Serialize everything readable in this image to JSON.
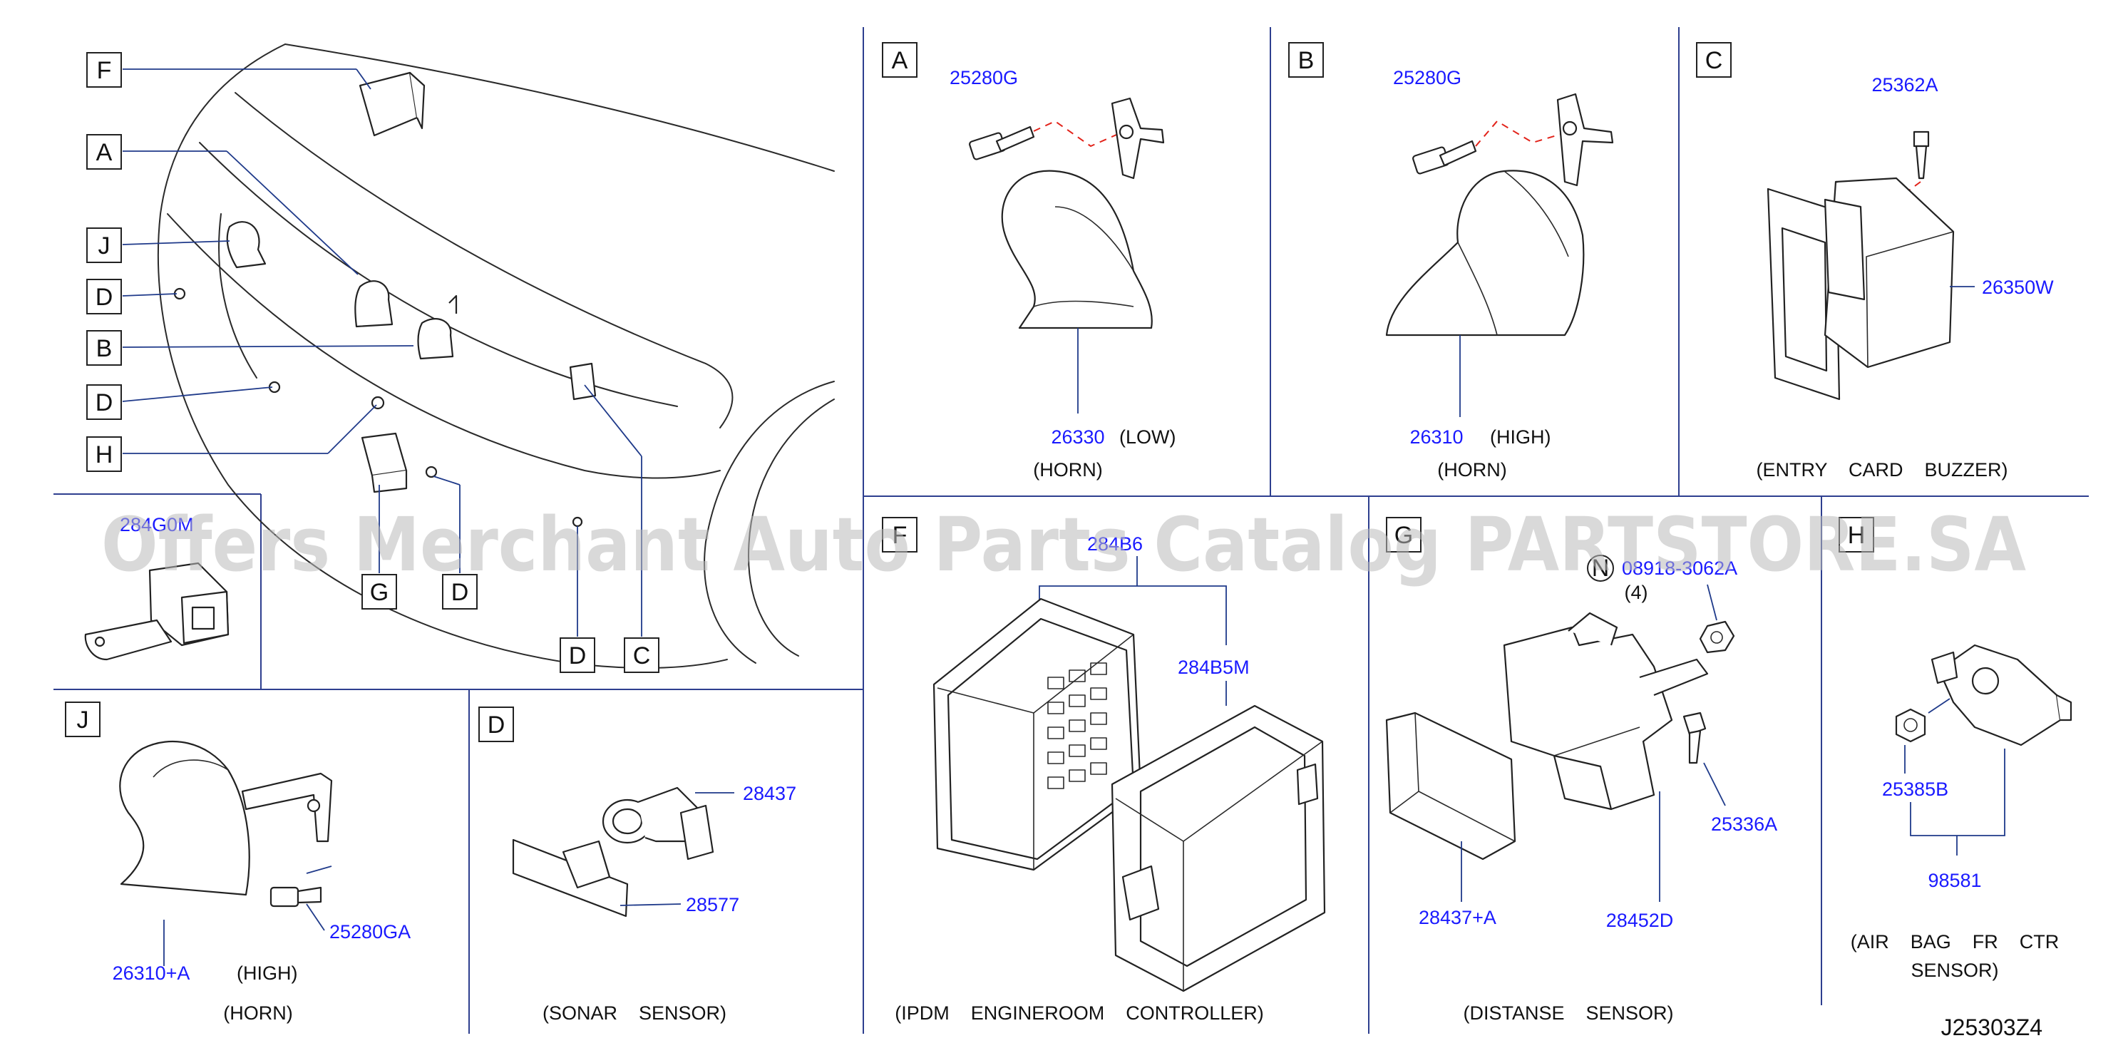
{
  "colors": {
    "part_number": "#1a1aff",
    "leader_line": "#1f3a8a",
    "panel_divider": "#2e3f8f",
    "dashed_guide": "#e2231a",
    "watermark": "#b9b9b9"
  },
  "overview": {
    "callouts": [
      "F",
      "A",
      "J",
      "D",
      "B",
      "D",
      "H",
      "G",
      "D",
      "D",
      "C"
    ]
  },
  "panels": {
    "A": {
      "letter": "A",
      "bolt_pn": "25280G",
      "part_pn": "26330",
      "variant": "(LOW)",
      "caption": "(HORN)"
    },
    "B": {
      "letter": "B",
      "bolt_pn": "25280G",
      "part_pn": "26310",
      "variant": "(HIGH)",
      "caption": "(HORN)"
    },
    "C": {
      "letter": "C",
      "bolt_pn": "25362A",
      "part_pn": "26350W",
      "caption": "(ENTRY    CARD    BUZZER)"
    },
    "F": {
      "letter": "F",
      "pn_top": "284B6",
      "pn_right": "284B5M",
      "caption": "(IPDM    ENGINEROOM    CONTROLLER)"
    },
    "G": {
      "letter": "G",
      "nut_symbol": "N",
      "nut_pn": "08918-3062A",
      "nut_qty": "(4)",
      "bolt_pn": "25336A",
      "sensor_pn": "28437+A",
      "bracket_pn": "28452D",
      "caption": "(DISTANSE    SENSOR)"
    },
    "H": {
      "letter": "H",
      "nut_pn": "25385B",
      "sensor_pn": "98581",
      "caption_line1": "(AIR    BAG    FR    CTR",
      "caption_line2": "SENSOR)"
    },
    "J": {
      "letter": "J",
      "part_pn": "26310+A",
      "variant": "(HIGH)",
      "bolt_pn": "25280GA",
      "caption": "(HORN)"
    },
    "D": {
      "letter": "D",
      "sensor_pn": "28437",
      "holder_pn": "28577",
      "caption": "(SONAR    SENSOR)"
    },
    "E": {
      "pn": "284G0M"
    }
  },
  "diagram_code": "J25303Z4",
  "watermark": "Offers Merchant Auto Parts Catalog PARTSTORE.SA"
}
